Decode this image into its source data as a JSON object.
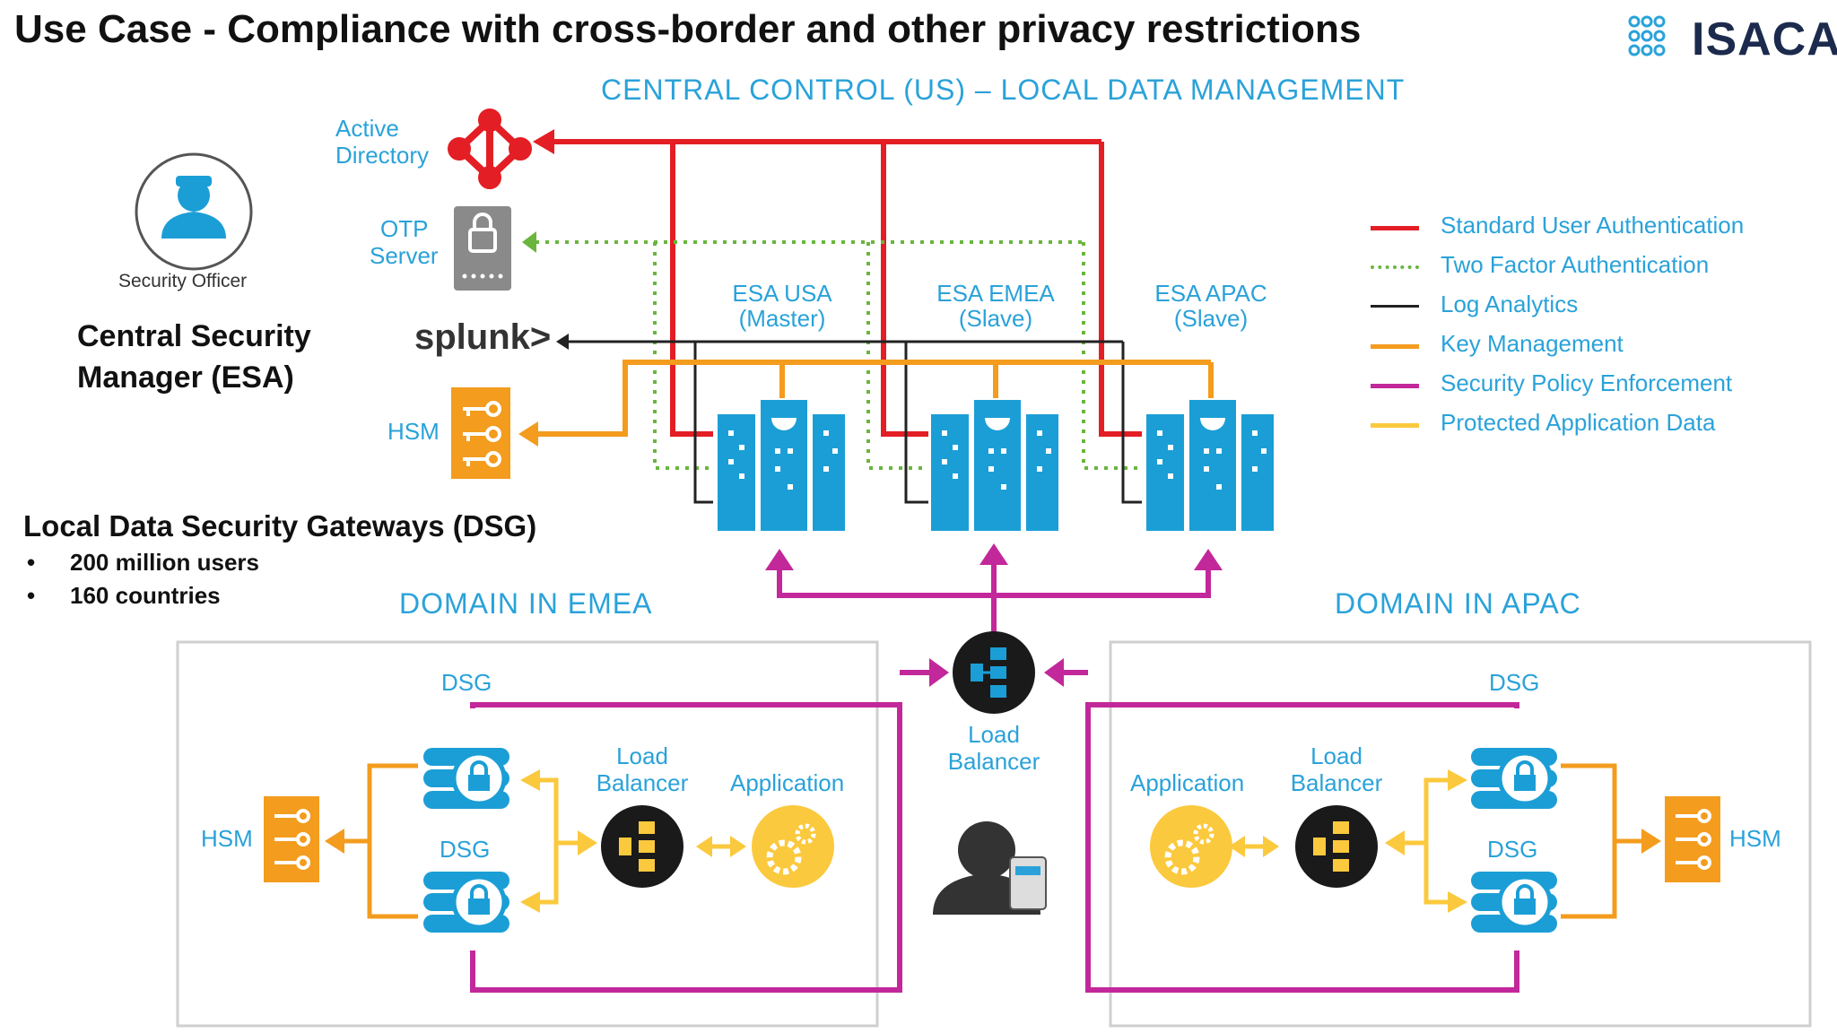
{
  "title": "Use Case - Compliance with cross-border and other privacy restrictions",
  "brand": {
    "name": "ISACA",
    "logo_icon": "isaca-logo-icon"
  },
  "sections": {
    "central": "CENTRAL CONTROL (US) – LOCAL DATA MANAGEMENT",
    "emea": "DOMAIN IN EMEA",
    "apac": "DOMAIN IN APAC"
  },
  "officer": {
    "caption": "Security Officer",
    "icon": "security-officer-icon"
  },
  "central_manager": {
    "line1": "Central Security",
    "line2": "Manager (ESA)"
  },
  "local_gateways": {
    "heading": "Local Data Security Gateways (DSG)",
    "bullets": [
      "200 million users",
      "160 countries"
    ]
  },
  "left_services": {
    "active_directory": {
      "line1": "Active",
      "line2": "Directory"
    },
    "otp_server": {
      "line1": "OTP",
      "line2": "Server"
    },
    "splunk": "splunk>",
    "hsm": "HSM"
  },
  "esa_servers": [
    {
      "name": "ESA USA",
      "role": "(Master)"
    },
    {
      "name": "ESA EMEA",
      "role": "(Slave)"
    },
    {
      "name": "ESA APAC",
      "role": "(Slave)"
    }
  ],
  "legend": [
    {
      "label": "Standard User Authentication",
      "color": "#e31e24",
      "style": "solid"
    },
    {
      "label": "Two Factor Authentication",
      "color": "#6ab53e",
      "style": "dotted"
    },
    {
      "label": "Log Analytics",
      "color": "#222222",
      "style": "solid"
    },
    {
      "label": "Key Management",
      "color": "#f39c1e",
      "style": "solid"
    },
    {
      "label": "Security Policy Enforcement",
      "color": "#c2289a",
      "style": "solid"
    },
    {
      "label": "Protected Application Data",
      "color": "#fbc93d",
      "style": "solid"
    }
  ],
  "central_lb": {
    "line1": "Load",
    "line2": "Balancer"
  },
  "emea_domain": {
    "dsg_top": "DSG",
    "dsg_bottom": "DSG",
    "lb": {
      "line1": "Load",
      "line2": "Balancer"
    },
    "application": "Application",
    "hsm": "HSM"
  },
  "apac_domain": {
    "dsg_top": "DSG",
    "dsg_bottom": "DSG",
    "lb": {
      "line1": "Load",
      "line2": "Balancer"
    },
    "application": "Application",
    "hsm": "HSM"
  },
  "colors": {
    "red": "#e31e24",
    "green": "#6ab53e",
    "black": "#222222",
    "orange": "#f39c1e",
    "magenta": "#c2289a",
    "yellow": "#fbc93d",
    "blue": "#2aa2d9",
    "server_blue": "#1b9ed6"
  }
}
